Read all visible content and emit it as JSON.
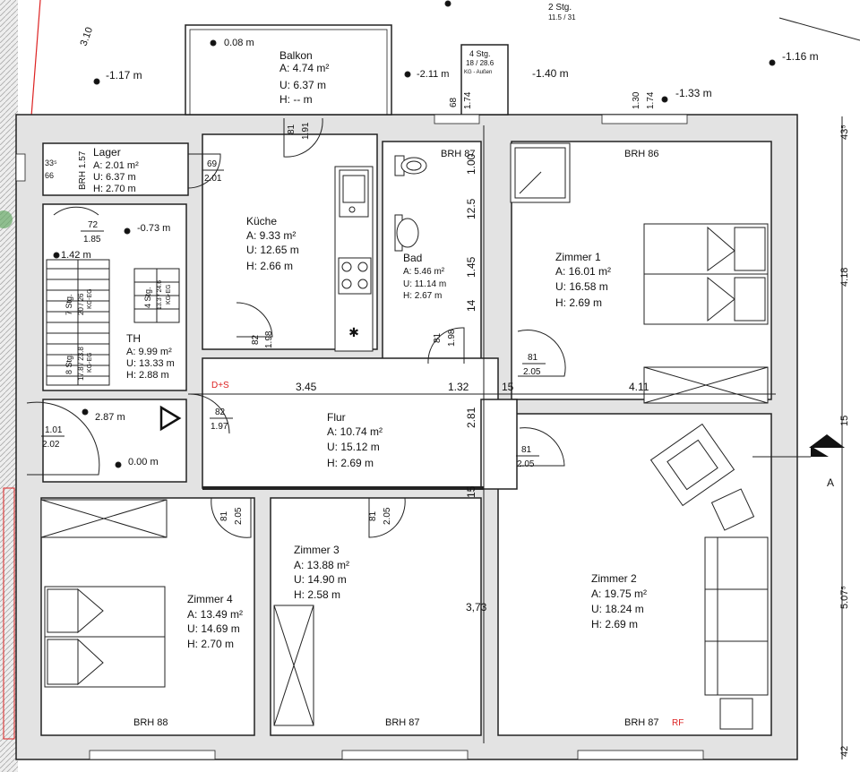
{
  "rooms": {
    "balkon": {
      "name": "Balkon",
      "area": "A: 4.74 m²",
      "perimeter": "U: 6.37 m",
      "height": "H: -- m"
    },
    "lager": {
      "name": "Lager",
      "area": "A: 2.01 m²",
      "perimeter": "U: 6.37 m",
      "height": "H: 2.70 m"
    },
    "kueche": {
      "name": "Küche",
      "area": "A: 9.33 m²",
      "perimeter": "U: 12.65 m",
      "height": "H: 2.66 m"
    },
    "bad": {
      "name": "Bad",
      "area": "A: 5.46 m²",
      "perimeter": "U: 11.14 m",
      "height": "H: 2.67 m"
    },
    "zimmer1": {
      "name": "Zimmer 1",
      "area": "A: 16.01 m²",
      "perimeter": "U: 16.58 m",
      "height": "H: 2.69 m"
    },
    "th": {
      "name": "TH",
      "area": "A: 9.99 m²",
      "perimeter": "U: 13.33 m",
      "height": "H: 2.88 m"
    },
    "flur": {
      "name": "Flur",
      "area": "A: 10.74 m²",
      "perimeter": "U: 15.12 m",
      "height": "H: 2.69 m"
    },
    "zimmer2": {
      "name": "Zimmer 2",
      "area": "A: 19.75 m²",
      "perimeter": "U: 18.24 m",
      "height": "H: 2.69 m"
    },
    "zimmer3": {
      "name": "Zimmer 3",
      "area": "A: 13.88 m²",
      "perimeter": "U: 14.90 m",
      "height": "H: 2.58 m"
    },
    "zimmer4": {
      "name": "Zimmer 4",
      "area": "A: 13.49 m²",
      "perimeter": "U: 14.69 m",
      "height": "H: 2.70 m"
    }
  },
  "levels": {
    "balkon": "0.08 m",
    "outside_left": "-1.17 m",
    "outside_mid": "-2.11 m",
    "outside_step": "-1.40 m",
    "outside_right": "-1.16 m",
    "outside_right2": "-1.33 m",
    "stair_top": "-0.73 m",
    "stair_mid": "1.42 m",
    "entrance": "2.87 m",
    "entrance_low": "0.00 m"
  },
  "doors": {
    "balkon": [
      "81",
      "1.91"
    ],
    "lager": [
      "69",
      "2.01"
    ],
    "kueche": [
      "82",
      "1.98"
    ],
    "bad": [
      "81",
      "1.98"
    ],
    "zimmer1": [
      "81",
      "2.05"
    ],
    "entry": [
      "82",
      "1.97"
    ],
    "zimmer2": [
      "81",
      "2.05"
    ],
    "zimmer4": [
      "81",
      "2.05"
    ],
    "zimmer3": [
      "81",
      "2.05"
    ],
    "th": [
      "1.01",
      "2.02"
    ],
    "stair": [
      "72",
      "1.85"
    ]
  },
  "windows": {
    "bad": "BRH 87",
    "zimmer1": "BRH 86",
    "zimmer4": "BRH 88",
    "zimmer3": "BRH 87",
    "zimmer2": "BRH 87",
    "lager": "BRH 1.57",
    "lager_small_a": "33⁵",
    "lager_small_b": "66",
    "balkon_h": "1.74",
    "balkon_w": "68",
    "zimmer1_h": "1.74",
    "zimmer1_w": "1.30"
  },
  "dims": {
    "d1": "3.45",
    "d2": "1.32",
    "d3": "15",
    "d4": "4.11",
    "d5": "1.00",
    "d6": "12.5",
    "d7": "1.45",
    "d8": "14",
    "d9": "2.81",
    "d10": "15",
    "d11": "3,73",
    "right1": "43⁵",
    "right2": "4.18",
    "right3": "15",
    "right4": "5.07⁵",
    "right5": "42",
    "topleft": "3.10"
  },
  "stairs": {
    "top": "2 Stg.",
    "top_sub": "11.5 / 31",
    "mid": "4 Stg.",
    "mid_sub": "18 / 28.6",
    "mid_sub2": "KG - Außen",
    "left": "7 Stg.",
    "left_sub": "20 / 26",
    "left_sub2": "KG-EG",
    "inner": "4 Stg.",
    "inner_sub": "13.3 / 24.6",
    "inner_sub2": "KG-EG",
    "low": "8 Stg.",
    "low_sub": "17.8 / 23.8",
    "low_sub2": "KG-EG"
  },
  "markers": {
    "ds": "D+S",
    "rf": "RF",
    "section": "A"
  }
}
